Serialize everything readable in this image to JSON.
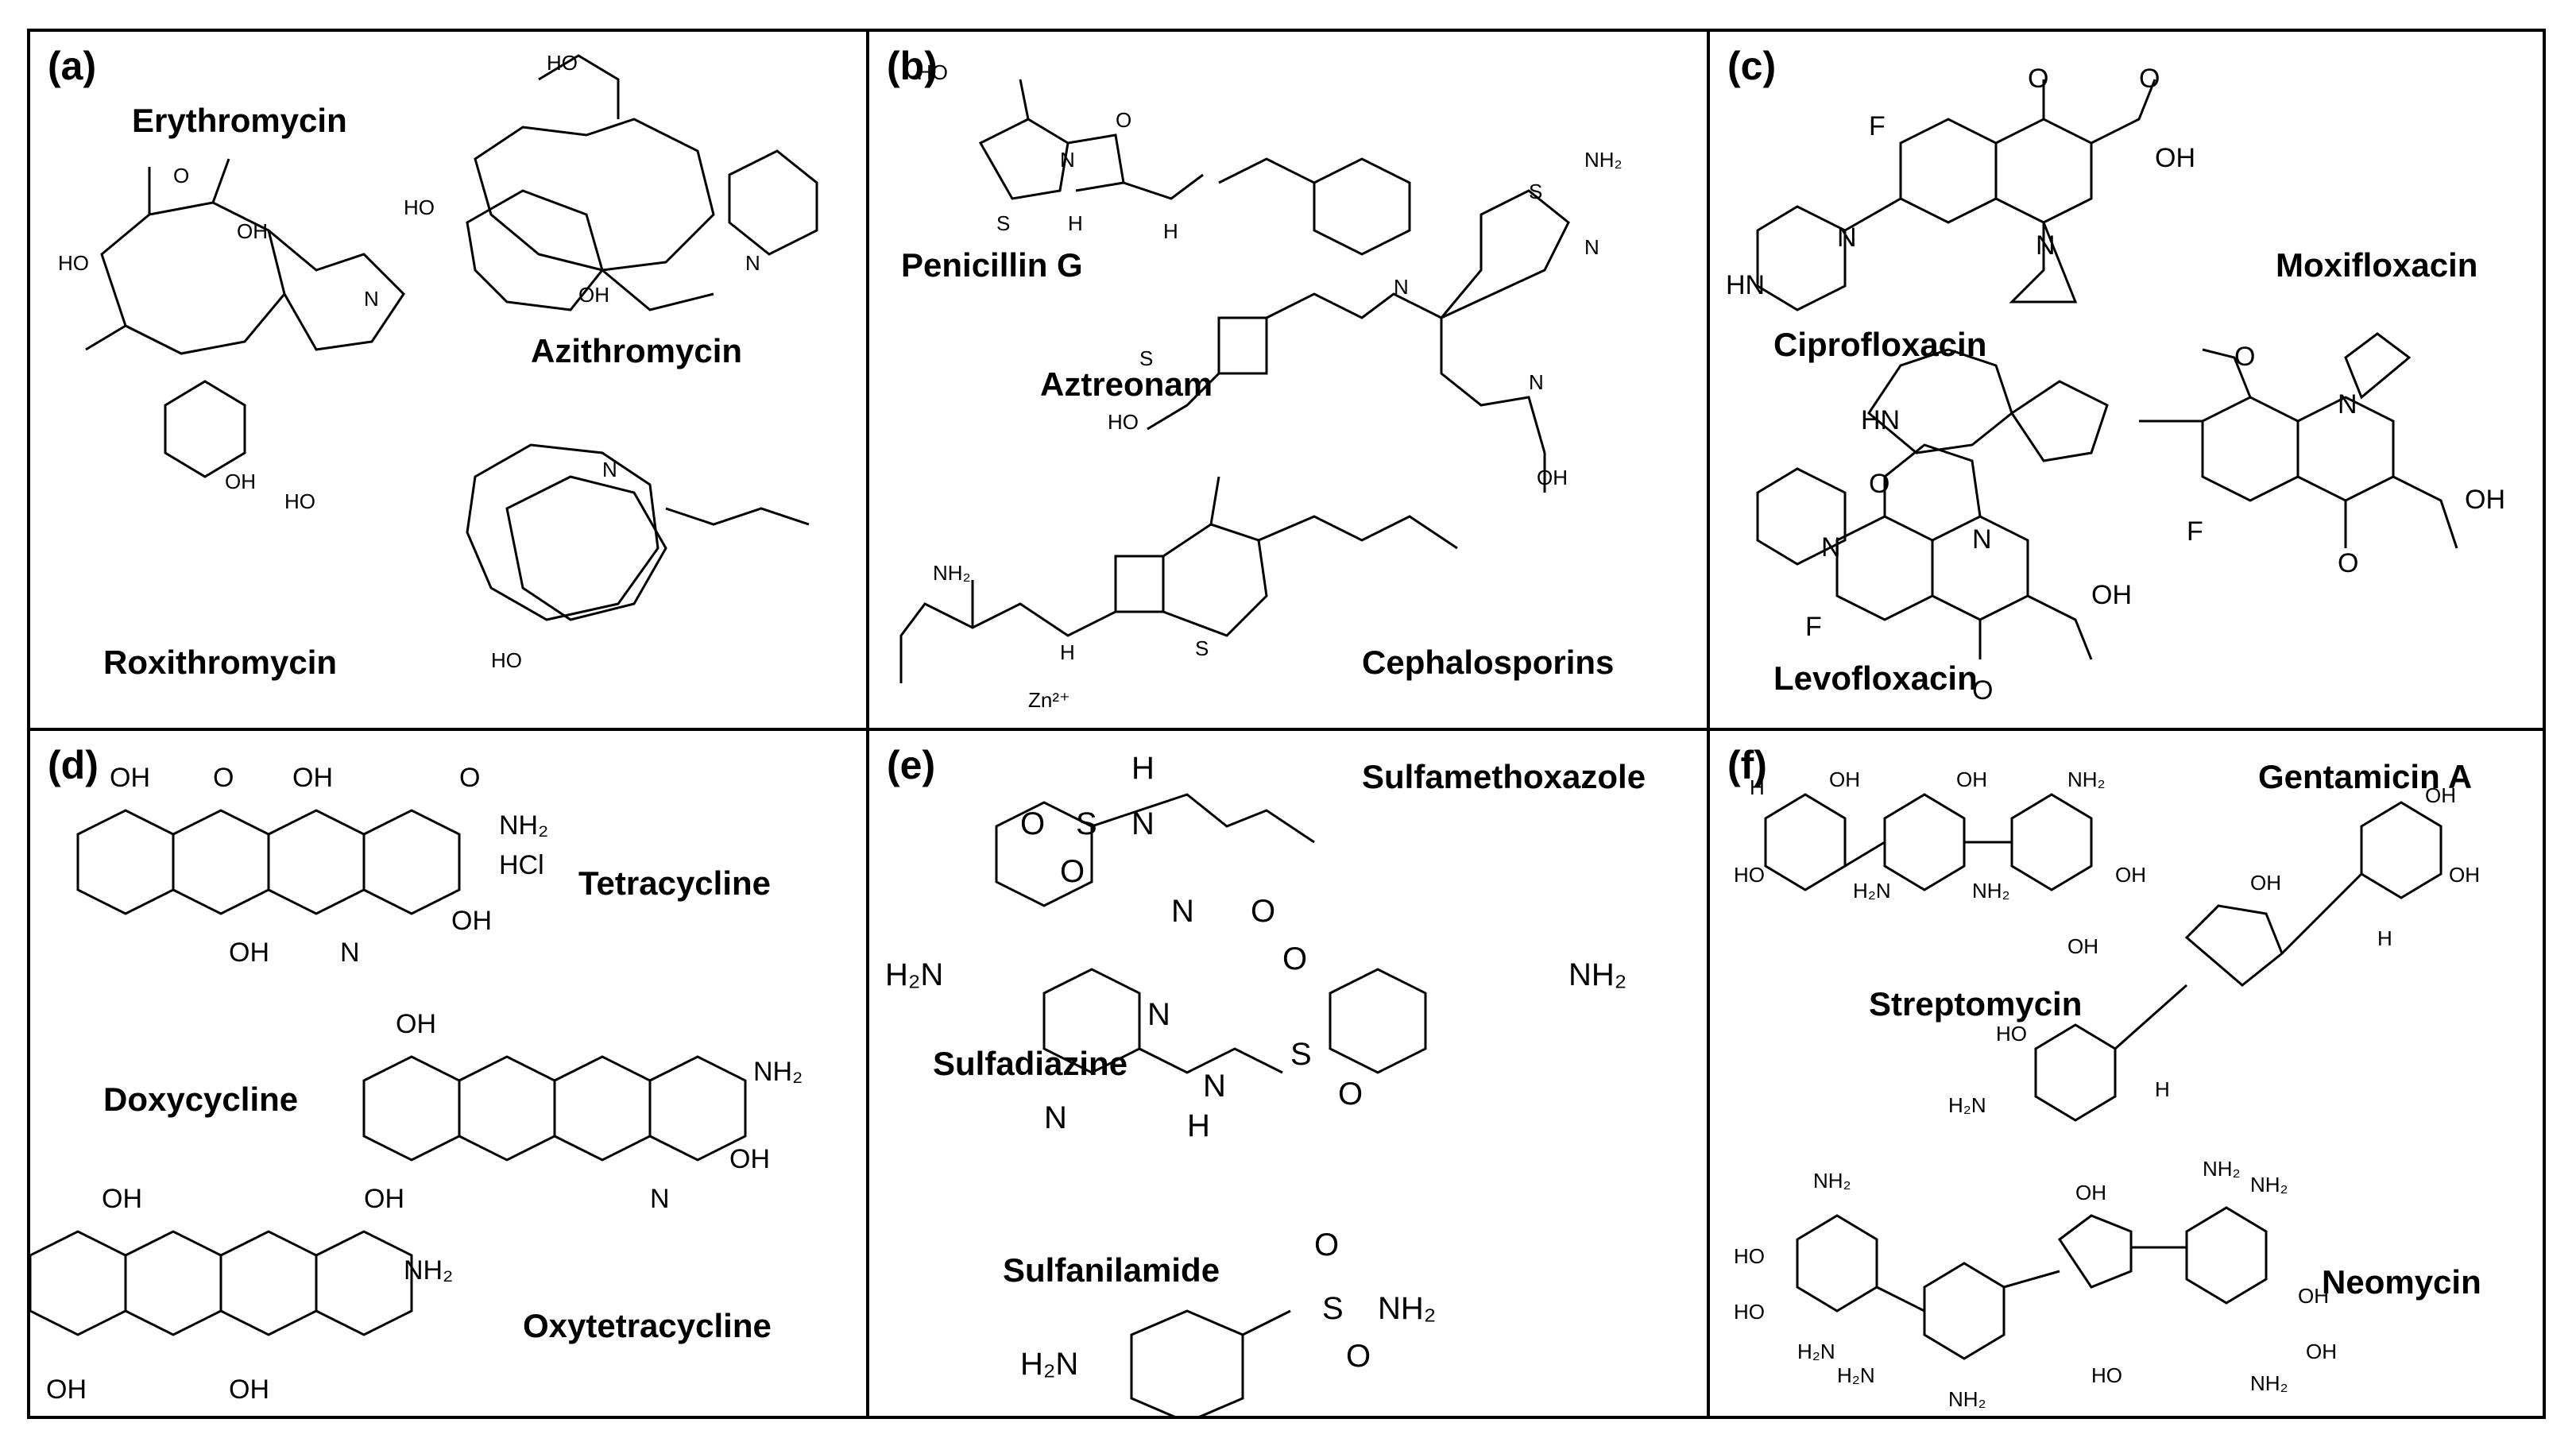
{
  "panels": [
    {
      "label": "(a)",
      "compounds": [
        "Erythromycin",
        "Azithromycin",
        "Roxithromycin"
      ]
    },
    {
      "label": "(b)",
      "compounds": [
        "Penicillin G",
        "Aztreonam",
        "Cephalosporins"
      ]
    },
    {
      "label": "(c)",
      "compounds": [
        "Ciprofloxacin",
        "Moxifloxacin",
        "Levofloxacin"
      ]
    },
    {
      "label": "(d)",
      "compounds": [
        "Tetracycline",
        "Doxycycline",
        "Oxytetracycline"
      ]
    },
    {
      "label": "(e)",
      "compounds": [
        "Sulfamethoxazole",
        "Sulfadiazine",
        "Sulfanilamide"
      ]
    },
    {
      "label": "(f)",
      "compounds": [
        "Gentamicin A",
        "Streptomycin",
        "Neomycin"
      ]
    }
  ],
  "atoms": {
    "oh": "OH",
    "ho": "HO",
    "o": "O",
    "n": "N",
    "h": "H",
    "s": "S",
    "f": "F",
    "nh": "NH",
    "hn": "HN",
    "nh2": "NH₂",
    "h2n": "H₂N",
    "hcl": "HCl",
    "zn": "Zn²⁺"
  }
}
